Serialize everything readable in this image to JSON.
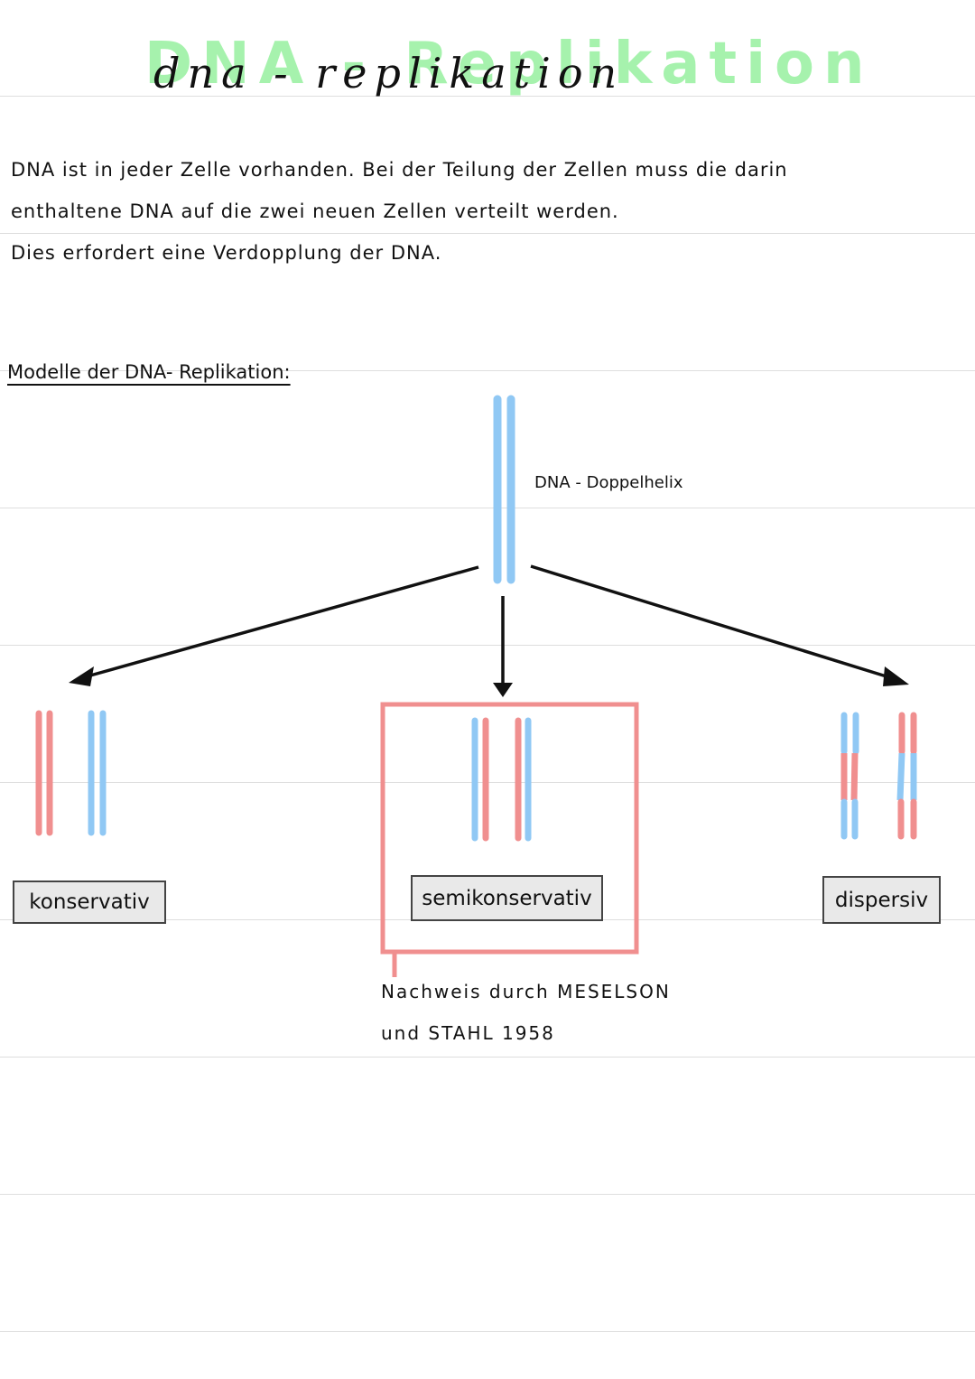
{
  "title": {
    "script": "dna - replikation",
    "highlight": "DNA - Replikation"
  },
  "intro": {
    "line1": "DNA ist in jeder Zelle vorhanden. Bei der Teilung der Zellen muss die darin",
    "line2": "enthaltene DNA auf die zwei neuen Zellen verteilt werden.",
    "line3": "Dies erfordert eine Verdopplung der DNA."
  },
  "section_heading": "Modelle der DNA- Replikation:",
  "diagram": {
    "helix_label": "DNA - Doppelhelix",
    "models": [
      {
        "label": "konservativ"
      },
      {
        "label": "semikonservativ"
      },
      {
        "label": "dispersiv"
      }
    ],
    "note_line1": "Nachweis durch MESELSON",
    "note_line2": "und STAHL 1958"
  },
  "colors": {
    "old_strand": "#90c8f4",
    "new_strand": "#f08f8f",
    "highlight": "#a6f2ad",
    "frame": "#f08f8f"
  }
}
